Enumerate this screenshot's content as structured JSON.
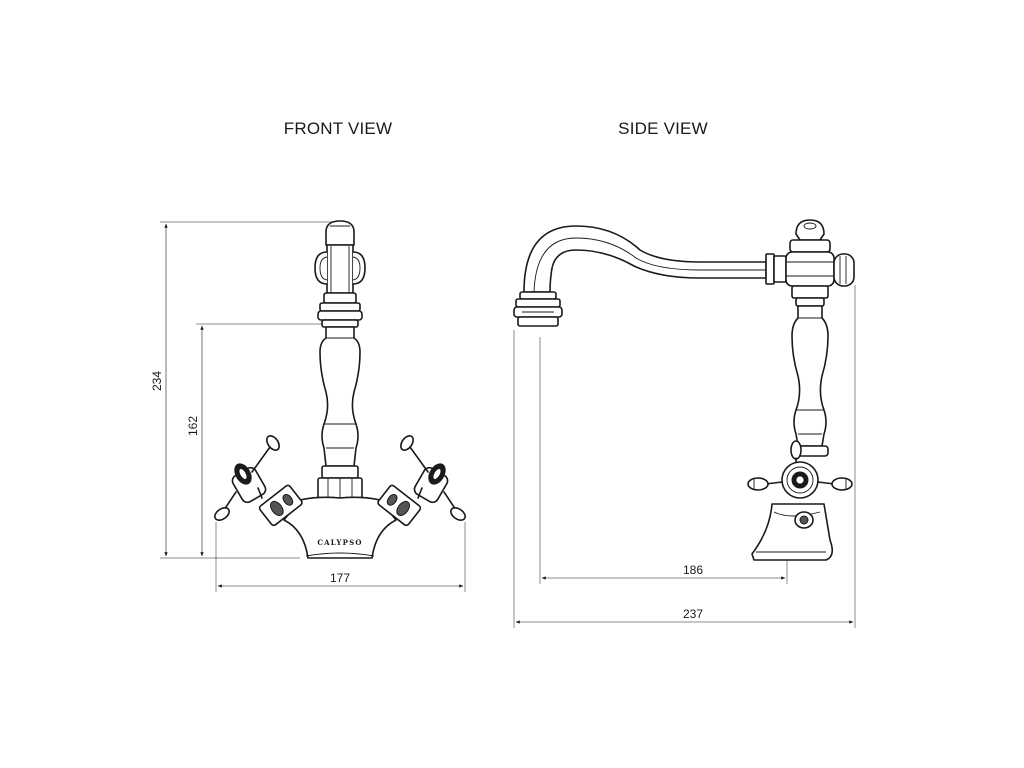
{
  "views": {
    "front": {
      "title": "FRONT VIEW"
    },
    "side": {
      "title": "SIDE VIEW"
    }
  },
  "dimensions": {
    "front_total_height": "234",
    "front_spout_height": "162",
    "front_width": "177",
    "side_reach": "186",
    "side_total_depth": "237"
  },
  "brand": {
    "name": "CALYPSO"
  },
  "colors": {
    "line": "#1a1a1a",
    "background": "#ffffff"
  }
}
